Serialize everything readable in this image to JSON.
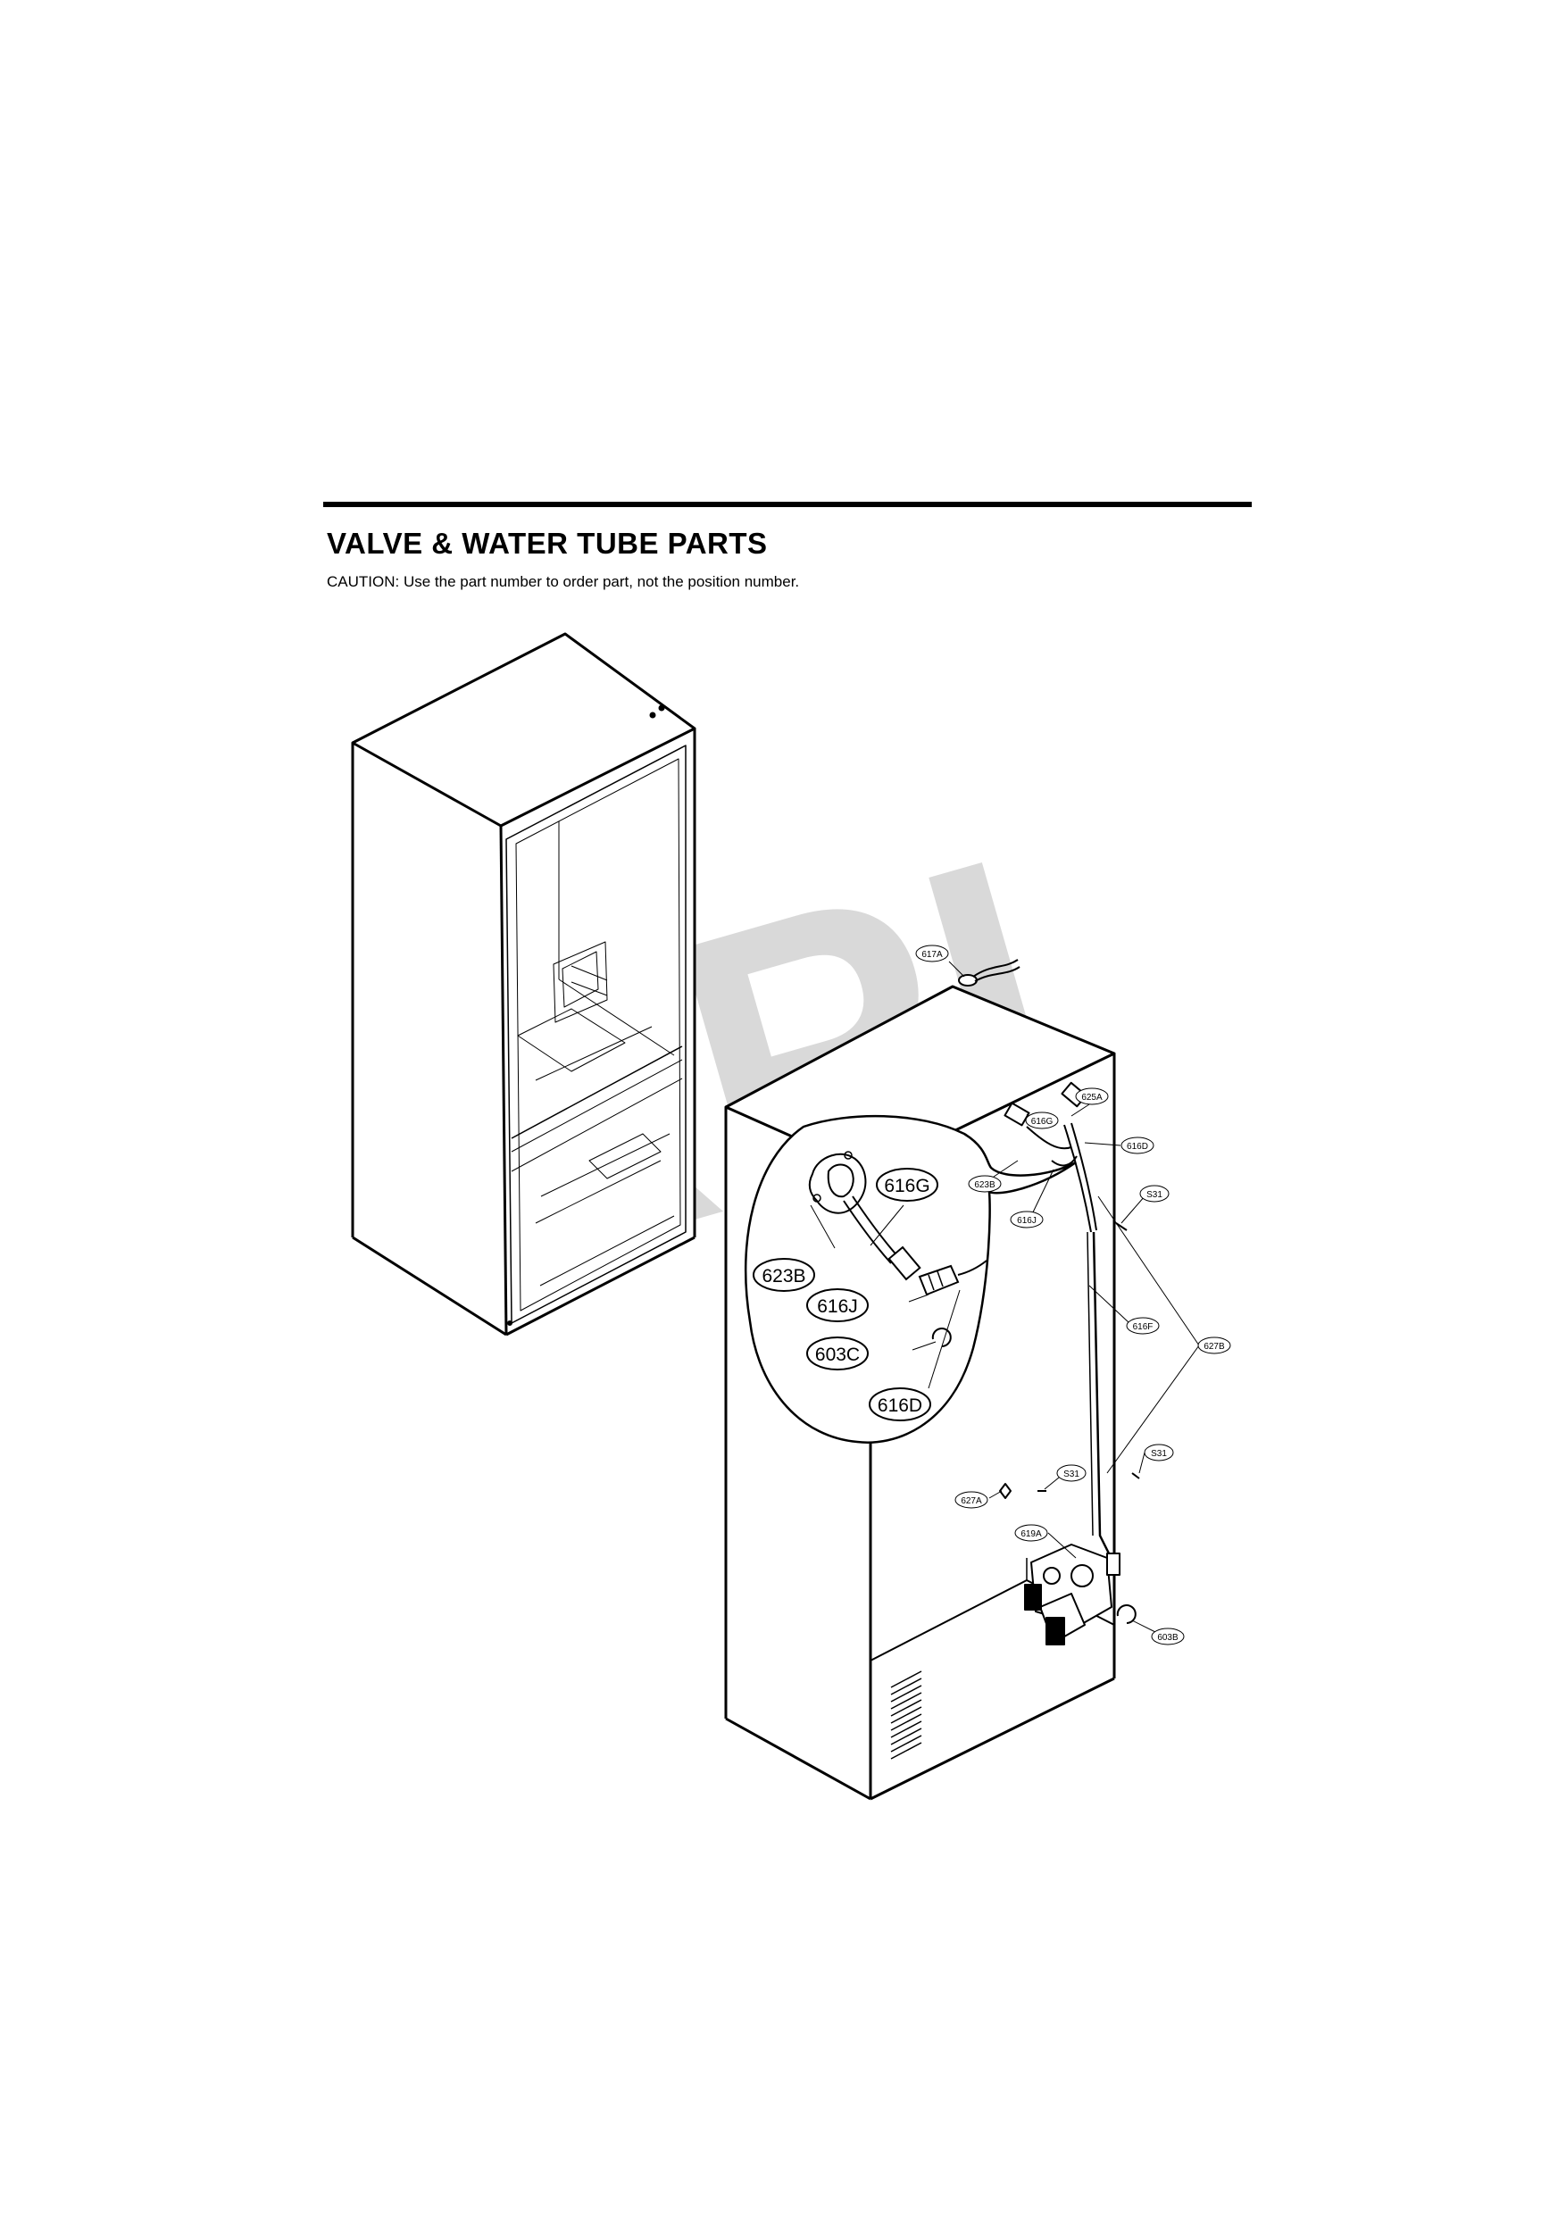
{
  "header": {
    "title": "VALVE & WATER TUBE PARTS",
    "caution": "CAUTION: Use the part number to order part, not the position number."
  },
  "watermark": {
    "text": "RPI",
    "color": "#d9d9d9"
  },
  "callouts": {
    "c617A": "617A",
    "c625A": "625A",
    "c616G": "616G",
    "c616D": "616D",
    "c623B": "623B",
    "c616J": "616J",
    "cS31a": "S31",
    "c616F": "616F",
    "c627B": "627B",
    "cS31b": "S31",
    "cS31c": "S31",
    "c627A": "627A",
    "c619A": "619A",
    "c603B": "603B"
  },
  "detail": {
    "d616G": "616G",
    "d623B": "623B",
    "d616J": "616J",
    "d603C": "603C",
    "d616D": "616D"
  }
}
